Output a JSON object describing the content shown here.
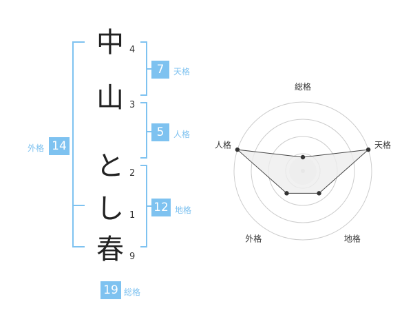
{
  "name": {
    "chars": [
      {
        "char": "中",
        "strokes": "4"
      },
      {
        "char": "山",
        "strokes": "3"
      },
      {
        "char": "と",
        "strokes": "2"
      },
      {
        "char": "し",
        "strokes": "1"
      },
      {
        "char": "春",
        "strokes": "9"
      }
    ]
  },
  "fortune": {
    "tenkaku": {
      "value": "7",
      "label": "天格"
    },
    "jinkaku": {
      "value": "5",
      "label": "人格"
    },
    "chikaku": {
      "value": "12",
      "label": "地格"
    },
    "gaikaku": {
      "value": "14",
      "label": "外格"
    },
    "soukaku": {
      "value": "19",
      "label": "総格"
    }
  },
  "colors": {
    "accent": "#7ec2f0",
    "ring": "#cccccc",
    "polygon_fill": "#eeeeee"
  },
  "chart_data": {
    "type": "radar",
    "axes": [
      "総格",
      "天格",
      "地格",
      "外格",
      "人格"
    ],
    "rings": 4,
    "values": [
      0.2,
      1.0,
      0.4,
      0.4,
      1.0
    ],
    "center_value": 0.2
  }
}
